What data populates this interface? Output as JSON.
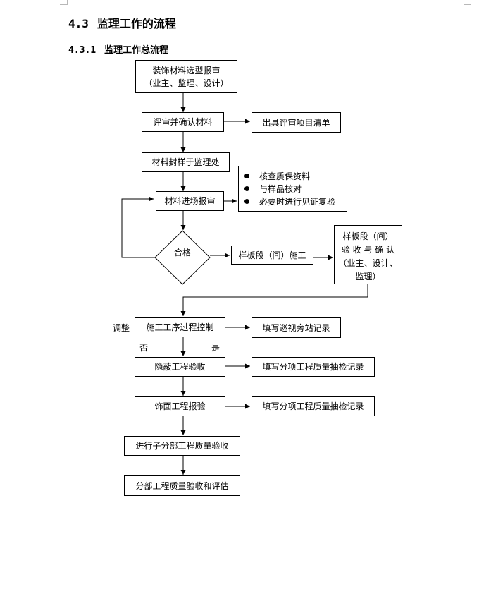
{
  "section": {
    "number": "4.3",
    "title": "监理工作的流程"
  },
  "subsection": {
    "number": "4.3.1",
    "title": "监理工作总流程"
  },
  "flow": {
    "selection": {
      "line1": "装饰材料选型报审",
      "line2": "（业主、监理、设计）"
    },
    "review": "评审并确认材料",
    "review_output": "出具评审项目清单",
    "seal": "材料封样于监理处",
    "entry": "材料进场报审",
    "entry_checks": [
      "核查质保资料",
      "与样品核对",
      "必要时进行见证复验"
    ],
    "qualified": "合格",
    "sample_construction": "样板段（间）施工",
    "sample_acceptance": {
      "line1": "样板段（间）",
      "line2": "验 收 与 确 认",
      "line3": "（业主、设计、",
      "line4": "监理）"
    },
    "process_control": "施工工序过程控制",
    "adjust": "调整",
    "no": "否",
    "yes": "是",
    "inspection_record": "填写巡视旁站记录",
    "concealed_acceptance": "隐蔽工程验收",
    "quality_record_1": "填写分项工程质量抽检记录",
    "finish_acceptance": "饰面工程报验",
    "quality_record_2": "填写分项工程质量抽检记录",
    "subdivision_acceptance": "进行子分部工程质量验收",
    "division_acceptance": "分部工程质量验收和评估"
  }
}
